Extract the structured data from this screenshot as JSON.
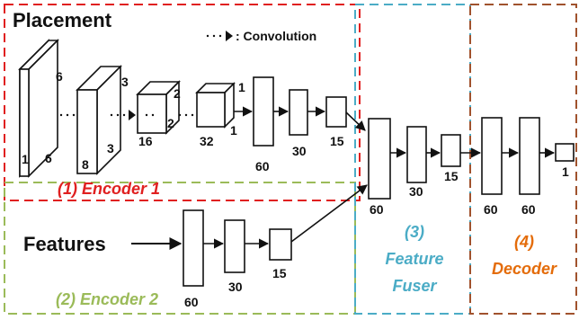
{
  "title": "Placement",
  "legend": {
    "text": ": Convolution"
  },
  "features_label": "Features",
  "regions": [
    {
      "id": "encoder1",
      "label": "(1) Encoder 1",
      "color": "#e02020"
    },
    {
      "id": "encoder2",
      "label": "(2) Encoder 2",
      "color": "#9bbb59"
    },
    {
      "id": "fuser",
      "label_lines": [
        "(3)",
        "Feature",
        "Fuser"
      ],
      "color": "#4bacc6"
    },
    {
      "id": "decoder",
      "label_lines": [
        "(4)",
        "Decoder"
      ],
      "color": "#e46c0a"
    }
  ],
  "cube_labels": {
    "c1": {
      "depth": "1",
      "h": "6",
      "w": "6"
    },
    "c2": {
      "depth": "8",
      "h": "3",
      "w": "3"
    },
    "c3": {
      "depth": "16",
      "h": "2",
      "w": "2"
    },
    "c4": {
      "depth": "32",
      "h": "1",
      "w": "1"
    }
  },
  "block_labels": {
    "e1": [
      "60",
      "30",
      "15"
    ],
    "e2": [
      "60",
      "30",
      "15"
    ],
    "fu": [
      "60",
      "30",
      "15"
    ],
    "de": [
      "60",
      "60",
      "1"
    ]
  }
}
